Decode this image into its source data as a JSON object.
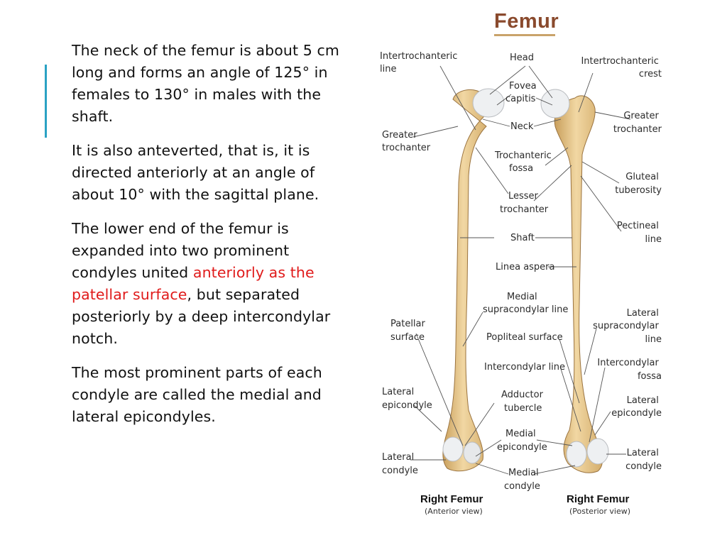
{
  "slide": {
    "paragraph_1": "The neck of the femur is about 5 cm long and forms an angle of 125° in females to 130° in males with the shaft.",
    "paragraph_2": "It is also anteverted, that is, it is directed anteriorly at an angle of about 10° with the sagittal plane.",
    "paragraph_3_start": "The lower end of the femur is expanded into two prominent condyles united ",
    "paragraph_3_highlight": "anteriorly as the patellar surface",
    "paragraph_3_end": ", but separated posteriorly by a deep intercondylar notch.",
    "paragraph_4": "The most prominent parts of each condyle are called the medial and lateral epicondyles."
  },
  "figure": {
    "title": "Femur",
    "labels": {
      "intertrochanteric_line": [
        "Intertrochanteric",
        "line"
      ],
      "head": [
        "Head"
      ],
      "intertrochanteric_crest": [
        "Intertrochanteric",
        "crest"
      ],
      "fovea_capitis": [
        "Fovea",
        "capitis"
      ],
      "greater_trochanter_left": [
        "Greater",
        "trochanter"
      ],
      "neck": [
        "Neck"
      ],
      "greater_trochanter_right": [
        "Greater",
        "trochanter"
      ],
      "trochanteric_fossa": [
        "Trochanteric",
        "fossa"
      ],
      "gluteal_tuberosity": [
        "Gluteal",
        "tuberosity"
      ],
      "lesser_trochanter": [
        "Lesser",
        "trochanter"
      ],
      "pectineal_line": [
        "Pectineal",
        "line"
      ],
      "shaft": [
        "Shaft"
      ],
      "linea_aspera": [
        "Linea aspera"
      ],
      "medial_supracondylar_line": [
        "Medial",
        "supracondylar line"
      ],
      "lateral_supracondylar_line": [
        "Lateral",
        "supracondylar",
        "line"
      ],
      "patellar_surface": [
        "Patellar",
        "surface"
      ],
      "popliteal_surface": [
        "Popliteal surface"
      ],
      "intercondylar_line": [
        "Intercondylar line"
      ],
      "intercondylar_fossa": [
        "Intercondylar",
        "fossa"
      ],
      "lateral_epicondyle_left": [
        "Lateral",
        "epicondyle"
      ],
      "adductor_tubercle": [
        "Adductor",
        "tubercle"
      ],
      "lateral_epicondyle_right": [
        "Lateral",
        "epicondyle"
      ],
      "medial_epicondyle": [
        "Medial",
        "epicondyle"
      ],
      "lateral_condyle_left": [
        "Lateral",
        "condyle"
      ],
      "lateral_condyle_right": [
        "Lateral",
        "condyle"
      ],
      "medial_condyle": [
        "Medial",
        "condyle"
      ]
    },
    "caption_anterior_title": "Right Femur",
    "caption_anterior_view": "(Anterior view)",
    "caption_posterior_title": "Right Femur",
    "caption_posterior_view": "(Posterior view)"
  },
  "colors": {
    "accent_bar": "#2aa2c4",
    "highlight_text": "#e01b1b",
    "bone": "#e8c98d",
    "bone_shadow": "#c99f5c",
    "cartilage": "#eef0f2",
    "title": "#8a4a2d"
  }
}
